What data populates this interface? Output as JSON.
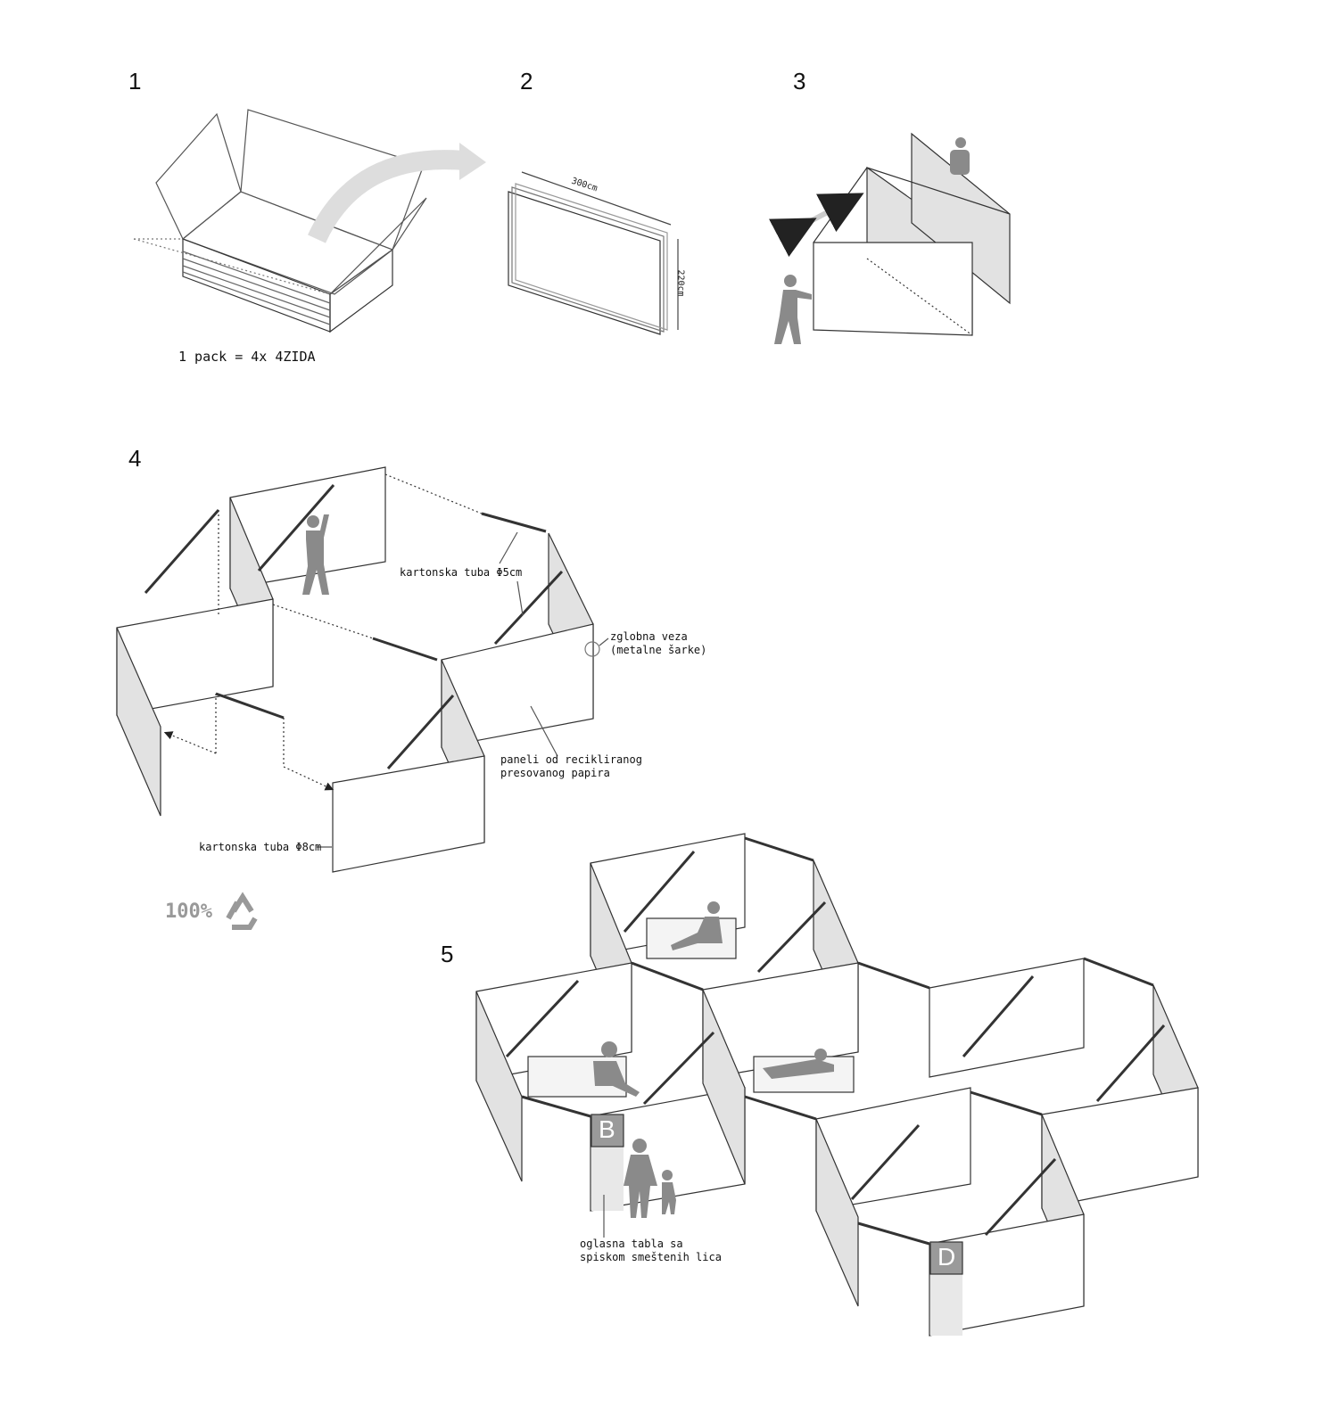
{
  "steps": [
    {
      "number": "1",
      "caption": "1 pack = 4x 4ZIDA"
    },
    {
      "number": "2",
      "width_dim": "300cm",
      "height_dim": "220cm"
    },
    {
      "number": "3"
    },
    {
      "number": "4",
      "labels": {
        "tube_small": "kartonska tuba Φ5cm",
        "hinge": "zglobna veza\n(metalne šarke)",
        "panels": "paneli od recikliranog\npresovanog papira",
        "tube_large": "kartonska tuba Φ8cm"
      },
      "recycle_text": "100%"
    },
    {
      "number": "5",
      "unit_letters": [
        "B",
        "D"
      ],
      "labels": {
        "notice_board": "oglasna tabla sa\nspiskom smeštenih lica"
      }
    }
  ],
  "colors": {
    "line": "#333333",
    "panel_shade": "#e2e2e2",
    "figure": "#8a8a8a",
    "letter_board": "#9a9a9a"
  }
}
